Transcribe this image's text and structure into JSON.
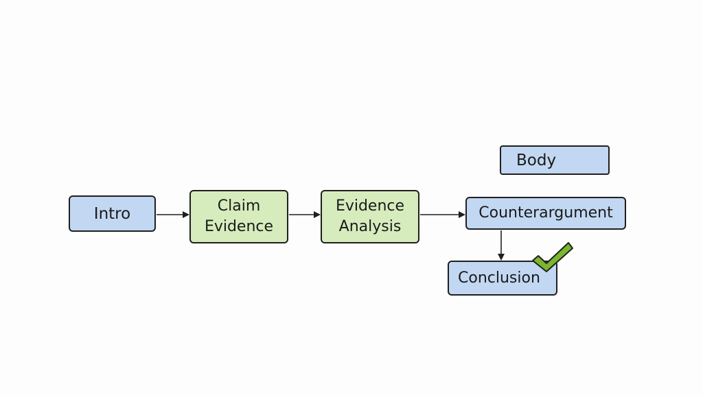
{
  "nodes": {
    "intro": {
      "label": "Intro"
    },
    "claim": {
      "line1": "Claim",
      "line2": "Evidence"
    },
    "evidence": {
      "line1": "Evidence",
      "line2": "Analysis"
    },
    "counterargument": {
      "label": "Counterargument"
    },
    "body": {
      "label": "Body"
    },
    "conclusion": {
      "label": "Conclusion"
    }
  },
  "edges": [
    {
      "from": "intro",
      "to": "claim"
    },
    {
      "from": "claim",
      "to": "evidence"
    },
    {
      "from": "evidence",
      "to": "counterargument"
    },
    {
      "from": "counterargument",
      "to": "conclusion"
    }
  ],
  "colors": {
    "box_blue": "#c2d7f2",
    "box_green": "#d6ecbd",
    "stroke": "#1f1f1f",
    "checkmark": "#7ab62e"
  },
  "icons": {
    "checkmark": "check-icon"
  }
}
